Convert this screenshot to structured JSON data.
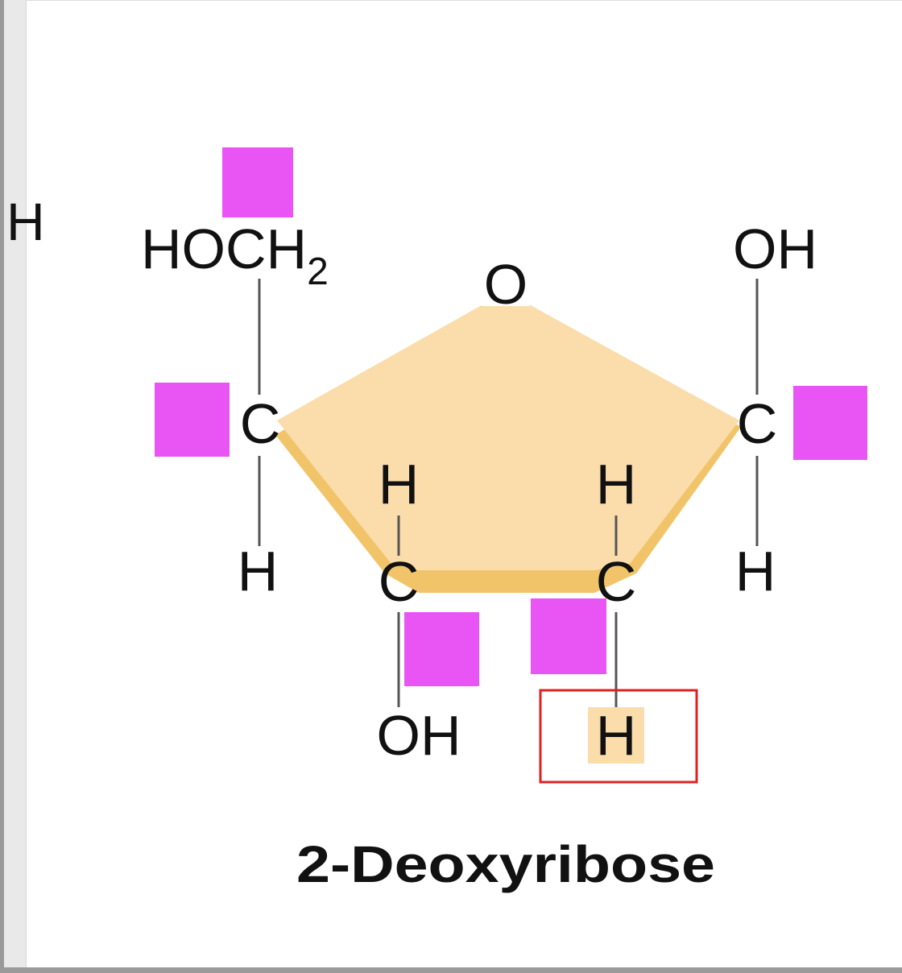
{
  "diagram": {
    "title": "2-Deoxyribose",
    "ring_oxygen": "O",
    "labels": {
      "c5_group": "HOCH",
      "c5_subscript": "2",
      "c1_group": "OH",
      "c4": "C",
      "c1": "C",
      "c3": "C",
      "c2": "C",
      "c4_h": "H",
      "c1_h": "H",
      "c3_h": "H",
      "c2_h": "H",
      "c3_oh": "OH",
      "c2_h_highlighted": "H",
      "edge_fragment": "H"
    },
    "colors": {
      "ring_fill": "#fbdcab",
      "ring_edge": "#f2c46a",
      "drop_target": "#e955f5",
      "highlight_box": "#e02020"
    },
    "drop_targets": [
      "c5-target",
      "c4-target",
      "c1-target",
      "c3-target",
      "c2-target"
    ]
  }
}
